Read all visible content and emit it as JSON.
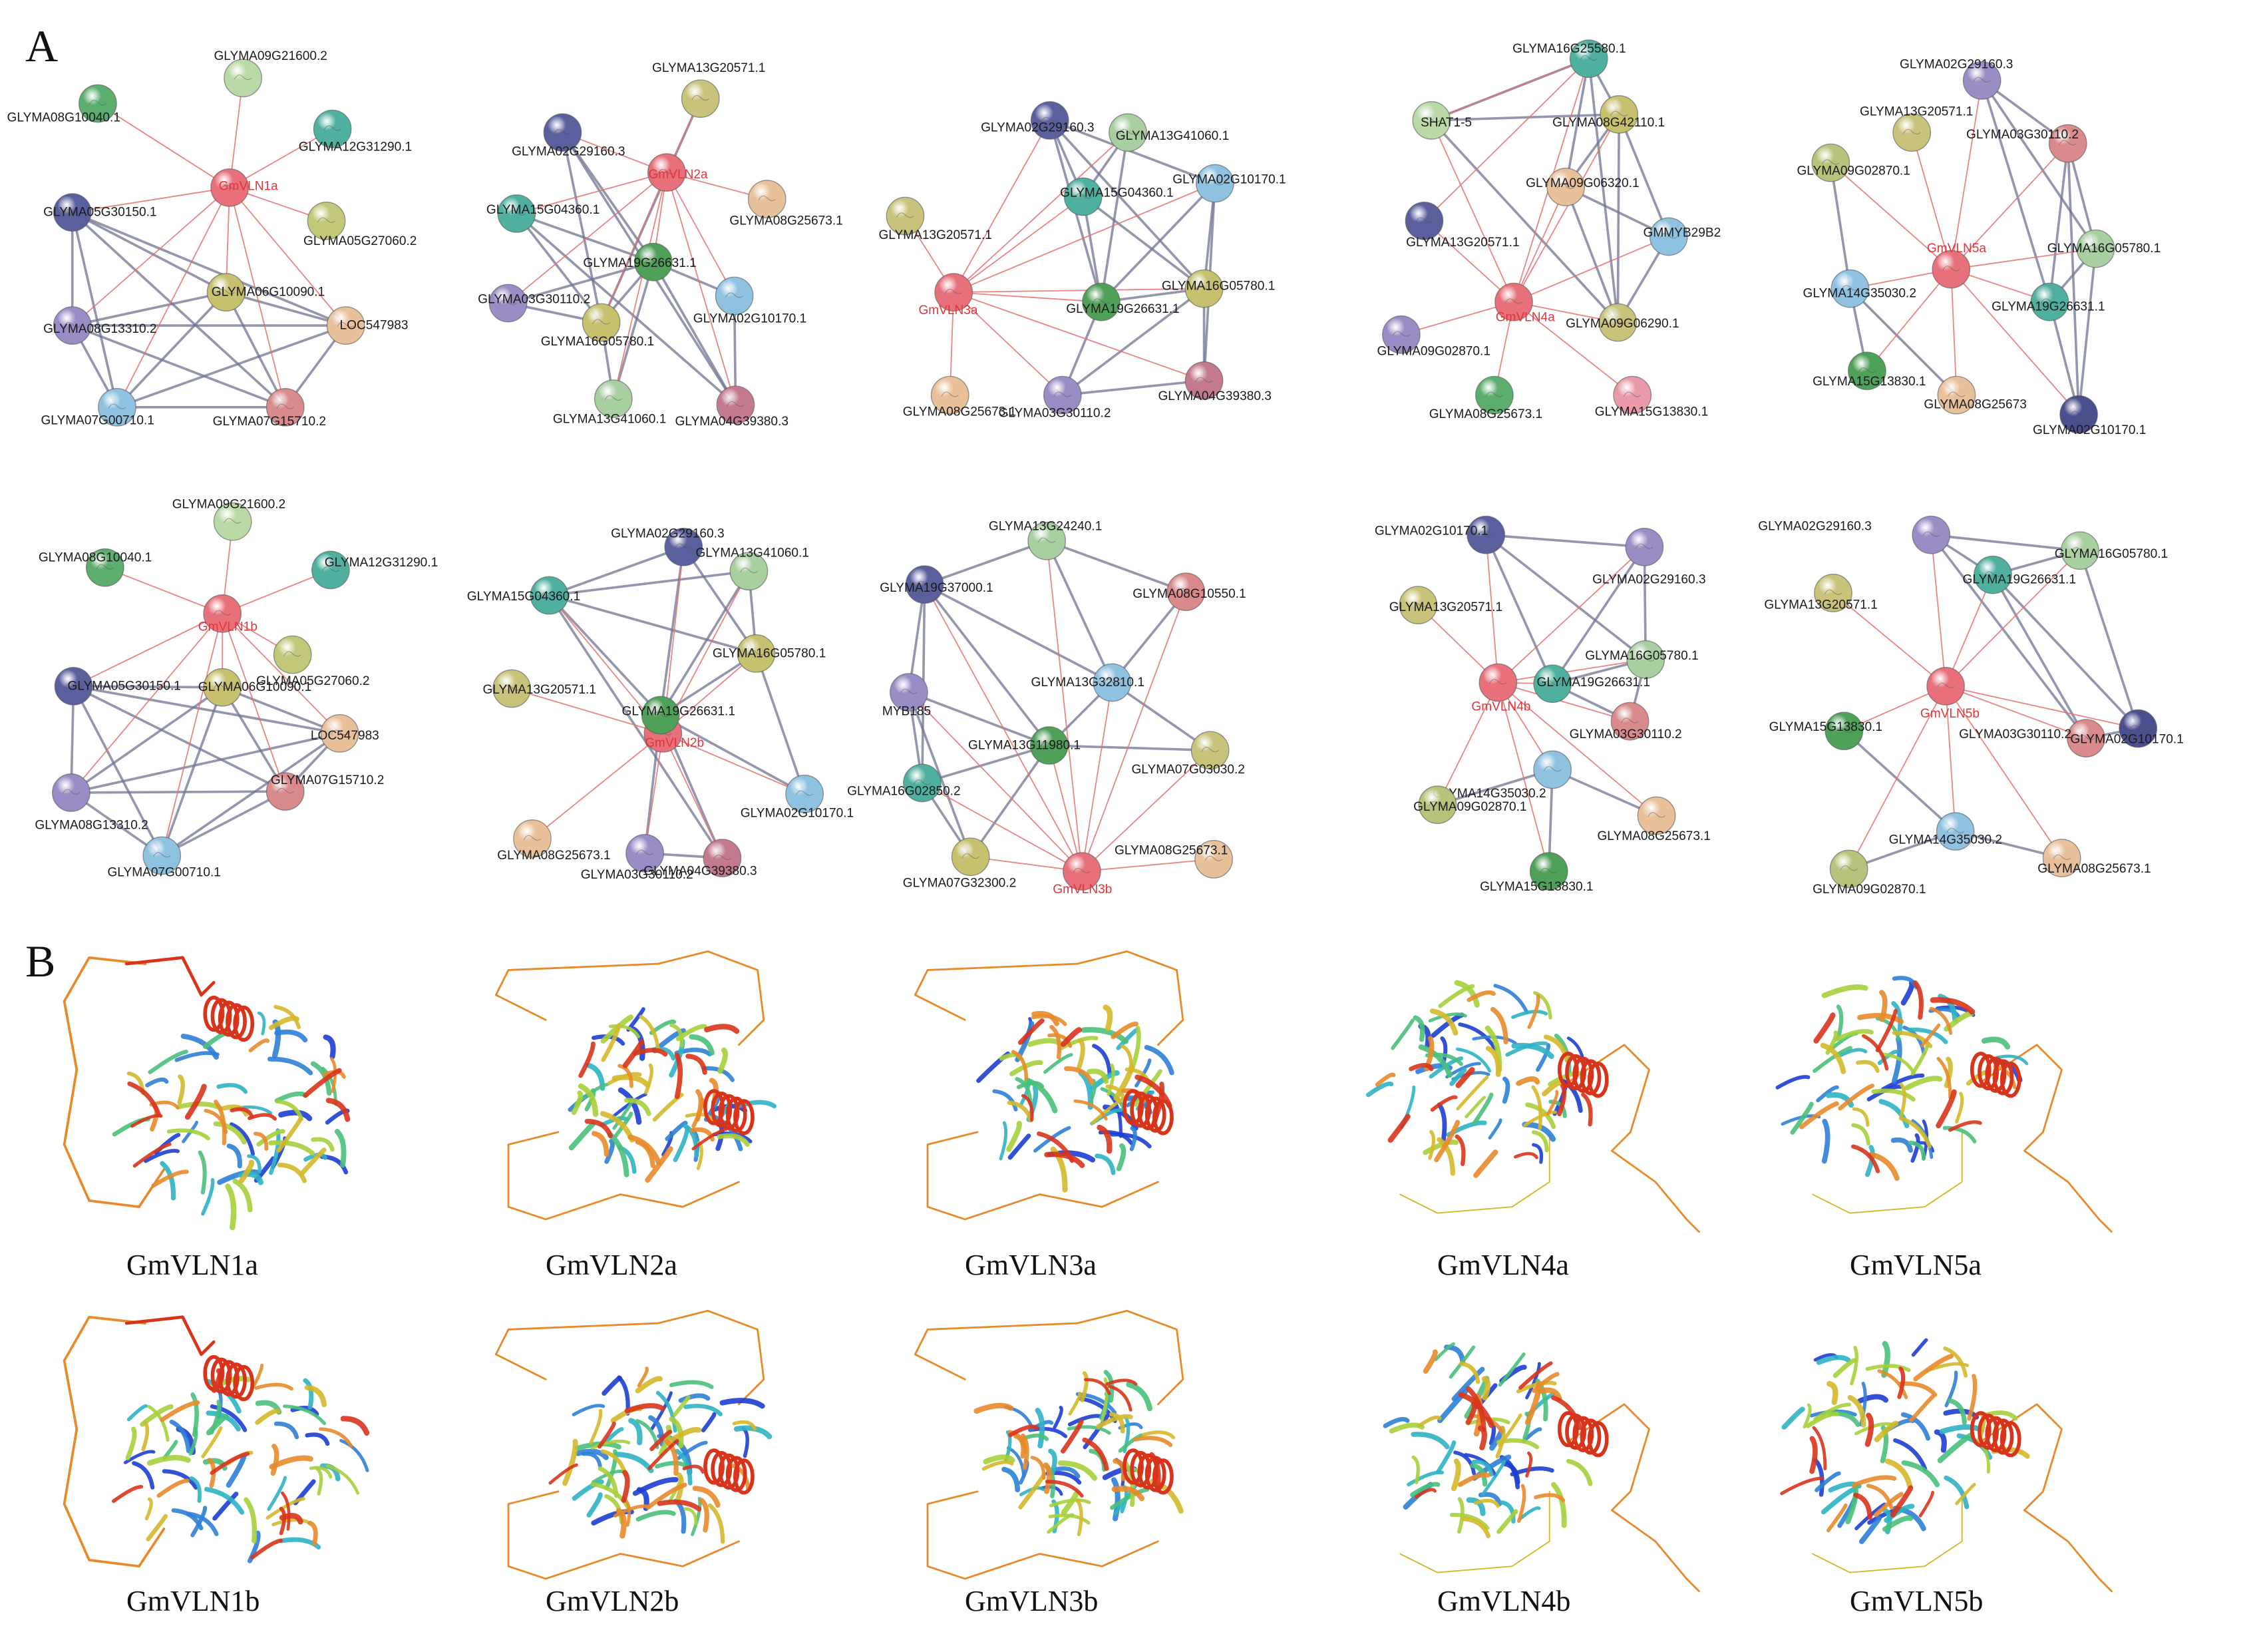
{
  "panels": {
    "a": "A",
    "b": "B"
  },
  "networks": [
    {
      "focus": "GmVLN1a",
      "nodes": [
        {
          "label": "GmVLN1a",
          "color": "#e8707a",
          "focus": true
        },
        {
          "label": "GLYMA08G10040.1",
          "color": "#5cae6e"
        },
        {
          "label": "GLYMA09G21600.2",
          "color": "#b9d9a6"
        },
        {
          "label": "GLYMA12G31290.1",
          "color": "#4fb0a0"
        },
        {
          "label": "GLYMA05G30150.1",
          "color": "#5a5f9e"
        },
        {
          "label": "GLYMA05G27060.2",
          "color": "#c3c878"
        },
        {
          "label": "GLYMA06G10090.1",
          "color": "#c7c06e"
        },
        {
          "label": "GLYMA08G13310.2",
          "color": "#9a8cc4"
        },
        {
          "label": "LOC547983",
          "color": "#e8c09a"
        },
        {
          "label": "GLYMA07G00710.1",
          "color": "#8ec2e0"
        },
        {
          "label": "GLYMA07G15710.2",
          "color": "#d98a8a"
        }
      ]
    },
    {
      "focus": "GmVLN2a",
      "nodes": [
        {
          "label": "GmVLN2a",
          "color": "#e8707a",
          "focus": true
        },
        {
          "label": "GLYMA13G20571.1",
          "color": "#c9c27a"
        },
        {
          "label": "GLYMA02G29160.3",
          "color": "#5a5f9e"
        },
        {
          "label": "GLYMA15G04360.1",
          "color": "#4fb0a0"
        },
        {
          "label": "GLYMA08G25673.1",
          "color": "#e8c09a"
        },
        {
          "label": "GLYMA19G26631.1",
          "color": "#4fa058"
        },
        {
          "label": "GLYMA03G30110.2",
          "color": "#9a8cc4"
        },
        {
          "label": "GLYMA02G10170.1",
          "color": "#8ec2e0"
        },
        {
          "label": "GLYMA16G05780.1",
          "color": "#c7c06e"
        },
        {
          "label": "GLYMA13G41060.1",
          "color": "#a8cfa0"
        },
        {
          "label": "GLYMA04G39380.3",
          "color": "#c47a8e"
        }
      ]
    },
    {
      "focus": "GmVLN3a",
      "nodes": [
        {
          "label": "GmVLN3a",
          "color": "#e8707a",
          "focus": true
        },
        {
          "label": "GLYMA02G29160.3",
          "color": "#5a5f9e"
        },
        {
          "label": "GLYMA13G41060.1",
          "color": "#a8cfa0"
        },
        {
          "label": "GLYMA15G04360.1",
          "color": "#4fb0a0"
        },
        {
          "label": "GLYMA02G10170.1",
          "color": "#8ec2e0"
        },
        {
          "label": "GLYMA13G20571.1",
          "color": "#c9c27a"
        },
        {
          "label": "GLYMA19G26631.1",
          "color": "#4fa058"
        },
        {
          "label": "GLYMA16G05780.1",
          "color": "#c7c06e"
        },
        {
          "label": "GLYMA08G25673.1",
          "color": "#e8c09a"
        },
        {
          "label": "GLYMA03G30110.2",
          "color": "#9a8cc4"
        },
        {
          "label": "GLYMA04G39380.3",
          "color": "#c47a8e"
        }
      ]
    },
    {
      "focus": "GmVLN4a",
      "nodes": [
        {
          "label": "GmVLN4a",
          "color": "#e8707a",
          "focus": true
        },
        {
          "label": "GLYMA16G25580.1",
          "color": "#4fb0a0"
        },
        {
          "label": "SHAT1-5",
          "color": "#b9d9a6"
        },
        {
          "label": "GLYMA08G42110.1",
          "color": "#c7c06e"
        },
        {
          "label": "GLYMA09G06320.1",
          "color": "#e8c09a"
        },
        {
          "label": "GLYMA13G20571.1",
          "color": "#5a5f9e"
        },
        {
          "label": "GMMYB29B2",
          "color": "#8ec2e0"
        },
        {
          "label": "GLYMA09G02870.1",
          "color": "#9a8cc4"
        },
        {
          "label": "GLYMA09G06290.1",
          "color": "#c9c27a"
        },
        {
          "label": "GLYMA08G25673.1",
          "color": "#5cae6e"
        },
        {
          "label": "GLYMA15G13830.1",
          "color": "#e89aa8"
        }
      ]
    },
    {
      "focus": "GmVLN5a",
      "nodes": [
        {
          "label": "GmVLN5a",
          "color": "#e8707a",
          "focus": true
        },
        {
          "label": "GLYMA02G29160.3",
          "color": "#9a8cc4"
        },
        {
          "label": "GLYMA13G20571.1",
          "color": "#c9c27a"
        },
        {
          "label": "GLYMA09G02870.1",
          "color": "#b9c27a"
        },
        {
          "label": "GLYMA03G30110.2",
          "color": "#d98a8a"
        },
        {
          "label": "GLYMA14G35030.2",
          "color": "#8ec2e0"
        },
        {
          "label": "GLYMA16G05780.1",
          "color": "#a8cfa0"
        },
        {
          "label": "GLYMA19G26631.1",
          "color": "#4fb0a0"
        },
        {
          "label": "GLYMA15G13830.1",
          "color": "#4fa058"
        },
        {
          "label": "GLYMA08G25673",
          "color": "#e8c09a"
        },
        {
          "label": "GLYMA02G10170.1",
          "color": "#4a4f8e"
        }
      ]
    },
    {
      "focus": "GmVLN1b",
      "nodes": [
        {
          "label": "GmVLN1b",
          "color": "#e8707a",
          "focus": true
        },
        {
          "label": "GLYMA09G21600.2",
          "color": "#b9d9a6"
        },
        {
          "label": "GLYMA08G10040.1",
          "color": "#5cae6e"
        },
        {
          "label": "GLYMA12G31290.1",
          "color": "#4fb0a0"
        },
        {
          "label": "GLYMA05G27060.2",
          "color": "#c3c878"
        },
        {
          "label": "GLYMA05G30150.1",
          "color": "#5a5f9e"
        },
        {
          "label": "GLYMA06G10090.1",
          "color": "#c7c06e"
        },
        {
          "label": "LOC547983",
          "color": "#e8c09a"
        },
        {
          "label": "GLYMA08G13310.2",
          "color": "#9a8cc4"
        },
        {
          "label": "GLYMA07G15710.2",
          "color": "#d98a8a"
        },
        {
          "label": "GLYMA07G00710.1",
          "color": "#8ec2e0"
        }
      ]
    },
    {
      "focus": "GmVLN2b",
      "nodes": [
        {
          "label": "GmVLN2b",
          "color": "#e8707a",
          "focus": true
        },
        {
          "label": "GLYMA02G29160.3",
          "color": "#5a5f9e"
        },
        {
          "label": "GLYMA13G41060.1",
          "color": "#a8cfa0"
        },
        {
          "label": "GLYMA15G04360.1",
          "color": "#4fb0a0"
        },
        {
          "label": "GLYMA16G05780.1",
          "color": "#c7c06e"
        },
        {
          "label": "GLYMA13G20571.1",
          "color": "#c9c27a"
        },
        {
          "label": "GLYMA19G26631.1",
          "color": "#4fa058"
        },
        {
          "label": "GLYMA02G10170.1",
          "color": "#8ec2e0"
        },
        {
          "label": "GLYMA08G25673.1",
          "color": "#e8c09a"
        },
        {
          "label": "GLYMA03G30110.2",
          "color": "#9a8cc4"
        },
        {
          "label": "GLYMA04G39380.3",
          "color": "#c47a8e"
        }
      ]
    },
    {
      "focus": "GmVLN3b",
      "nodes": [
        {
          "label": "GmVLN3b",
          "color": "#e8707a",
          "focus": true
        },
        {
          "label": "GLYMA13G24240.1",
          "color": "#a8cfa0"
        },
        {
          "label": "GLYMA19G37000.1",
          "color": "#5a5f9e"
        },
        {
          "label": "GLYMA08G10550.1",
          "color": "#d98a8a"
        },
        {
          "label": "MYB185",
          "color": "#9a8cc4"
        },
        {
          "label": "GLYMA13G32810.1",
          "color": "#8ec2e0"
        },
        {
          "label": "GLYMA13G11980.1",
          "color": "#4fa058"
        },
        {
          "label": "GLYMA07G03030.2",
          "color": "#c9c27a"
        },
        {
          "label": "GLYMA16G02850.2",
          "color": "#4fb0a0"
        },
        {
          "label": "GLYMA07G32300.2",
          "color": "#c7c06e"
        },
        {
          "label": "GLYMA08G25673.1",
          "color": "#e8c09a"
        }
      ]
    },
    {
      "focus": "GmVLN4b",
      "nodes": [
        {
          "label": "GmVLN4b",
          "color": "#e8707a",
          "focus": true
        },
        {
          "label": "GLYMA02G10170.1",
          "color": "#5a5f9e"
        },
        {
          "label": "GLYMA02G29160.3",
          "color": "#9a8cc4"
        },
        {
          "label": "GLYMA13G20571.1",
          "color": "#c9c27a"
        },
        {
          "label": "GLYMA16G05780.1",
          "color": "#a8cfa0"
        },
        {
          "label": "GLYMA19G26631.1",
          "color": "#4fb0a0"
        },
        {
          "label": "GLYMA03G30110.2",
          "color": "#d98a8a"
        },
        {
          "label": "GLYMA14G35030.2",
          "color": "#8ec2e0"
        },
        {
          "label": "GLYMA09G02870.1",
          "color": "#b9c27a"
        },
        {
          "label": "GLYMA08G25673.1",
          "color": "#e8c09a"
        },
        {
          "label": "GLYMA15G13830.1",
          "color": "#4fa058"
        }
      ]
    },
    {
      "focus": "GmVLN5b",
      "nodes": [
        {
          "label": "GmVLN5b",
          "color": "#e8707a",
          "focus": true
        },
        {
          "label": "GLYMA02G29160.3",
          "color": "#9a8cc4"
        },
        {
          "label": "GLYMA16G05780.1",
          "color": "#a8cfa0"
        },
        {
          "label": "GLYMA19G26631.1",
          "color": "#4fb0a0"
        },
        {
          "label": "GLYMA13G20571.1",
          "color": "#c9c27a"
        },
        {
          "label": "GLYMA15G13830.1",
          "color": "#4fa058"
        },
        {
          "label": "GLYMA03G30110.2",
          "color": "#d98a8a"
        },
        {
          "label": "GLYMA02G10170.1",
          "color": "#4a4f8e"
        },
        {
          "label": "GLYMA14G35030.2",
          "color": "#8ec2e0"
        },
        {
          "label": "GLYMA08G25673.1",
          "color": "#e8c09a"
        },
        {
          "label": "GLYMA09G02870.1",
          "color": "#b9c27a"
        }
      ]
    }
  ],
  "structures": [
    {
      "name": "GmVLN1a",
      "style": "s1"
    },
    {
      "name": "GmVLN2a",
      "style": "s2"
    },
    {
      "name": "GmVLN3a",
      "style": "s2"
    },
    {
      "name": "GmVLN4a",
      "style": "s4"
    },
    {
      "name": "GmVLN5a",
      "style": "s4"
    },
    {
      "name": "GmVLN1b",
      "style": "s1"
    },
    {
      "name": "GmVLN2b",
      "style": "s2"
    },
    {
      "name": "GmVLN3b",
      "style": "s2"
    },
    {
      "name": "GmVLN4b",
      "style": "s4"
    },
    {
      "name": "GmVLN5b",
      "style": "s4"
    }
  ],
  "colors": {
    "association_edge": "#e8706f",
    "interaction_edge": "#6f7390",
    "focus_label": "#e0353a"
  }
}
